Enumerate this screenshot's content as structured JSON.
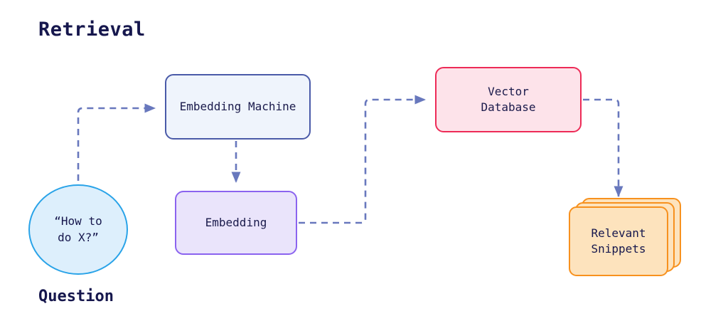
{
  "diagram": {
    "title": "Retrieval",
    "background": "#ffffff",
    "connector_color": "#6878bd",
    "text_color": "#16174d"
  },
  "nodes": {
    "question": {
      "text": "“How to\ndo X?”",
      "caption": "Question",
      "shape": "circle",
      "fill": "#ddeffc",
      "stroke": "#29a3e8"
    },
    "embedding_machine": {
      "text": "Embedding Machine",
      "shape": "rounded-rect",
      "fill": "#eff4fc",
      "stroke": "#4a5aa8"
    },
    "embedding": {
      "text": "Embedding",
      "shape": "rounded-rect",
      "fill": "#eae4fb",
      "stroke": "#8b63ef"
    },
    "vector_database": {
      "text": "Vector\nDatabase",
      "shape": "rounded-rect",
      "fill": "#fde3ea",
      "stroke": "#ed2b57"
    },
    "relevant_snippets": {
      "text": "Relevant\nSnippets",
      "shape": "card-stack",
      "card_count": 3,
      "fill": "#fde3bd",
      "stroke": "#f7911e"
    }
  },
  "edges": [
    {
      "from": "question",
      "to": "embedding_machine",
      "style": "dashed",
      "arrow": true
    },
    {
      "from": "embedding_machine",
      "to": "embedding",
      "style": "dashed",
      "arrow": true
    },
    {
      "from": "embedding",
      "to": "vector_database",
      "style": "dashed",
      "arrow": true
    },
    {
      "from": "vector_database",
      "to": "relevant_snippets",
      "style": "dashed",
      "arrow": true
    }
  ]
}
